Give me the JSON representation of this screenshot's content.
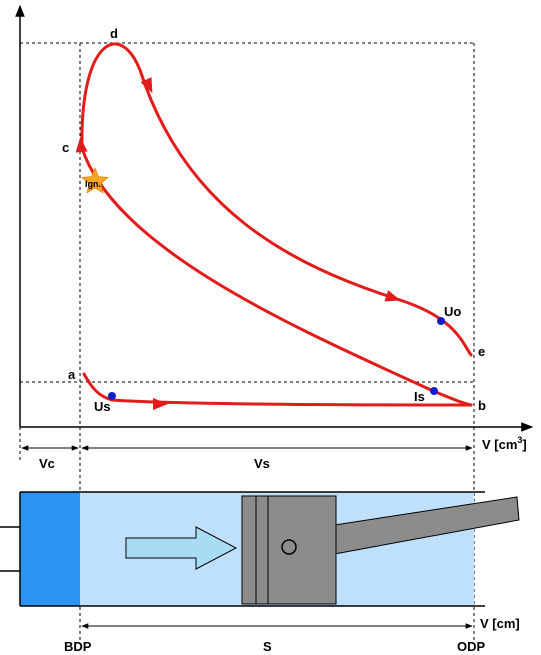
{
  "diagram": {
    "points": {
      "a": "a",
      "b": "b",
      "c": "c",
      "d": "d",
      "e": "e"
    },
    "markers": {
      "us": "Us",
      "uo": "Uo",
      "is": "Is",
      "ignition": "Ign."
    },
    "axis_volume_label": "V [cm",
    "axis_volume_superscript": "3",
    "axis_volume_close": "]",
    "axis_stroke_label": "V [cm]",
    "dims": {
      "vc": "Vc",
      "vs": "Vs",
      "s": "S"
    },
    "positions": {
      "bdp": "BDP",
      "odp": "ODP"
    },
    "colors": {
      "cycle_curve": "#e31b1b",
      "state_point": "#0b20c8",
      "ignition_star": "#f5a623",
      "combustion_chamber": "#2b93f2",
      "cylinder_fill": "#bfe0fb",
      "intake_arrow": "#a8dcf5",
      "piston": "#8c8c8c"
    }
  }
}
